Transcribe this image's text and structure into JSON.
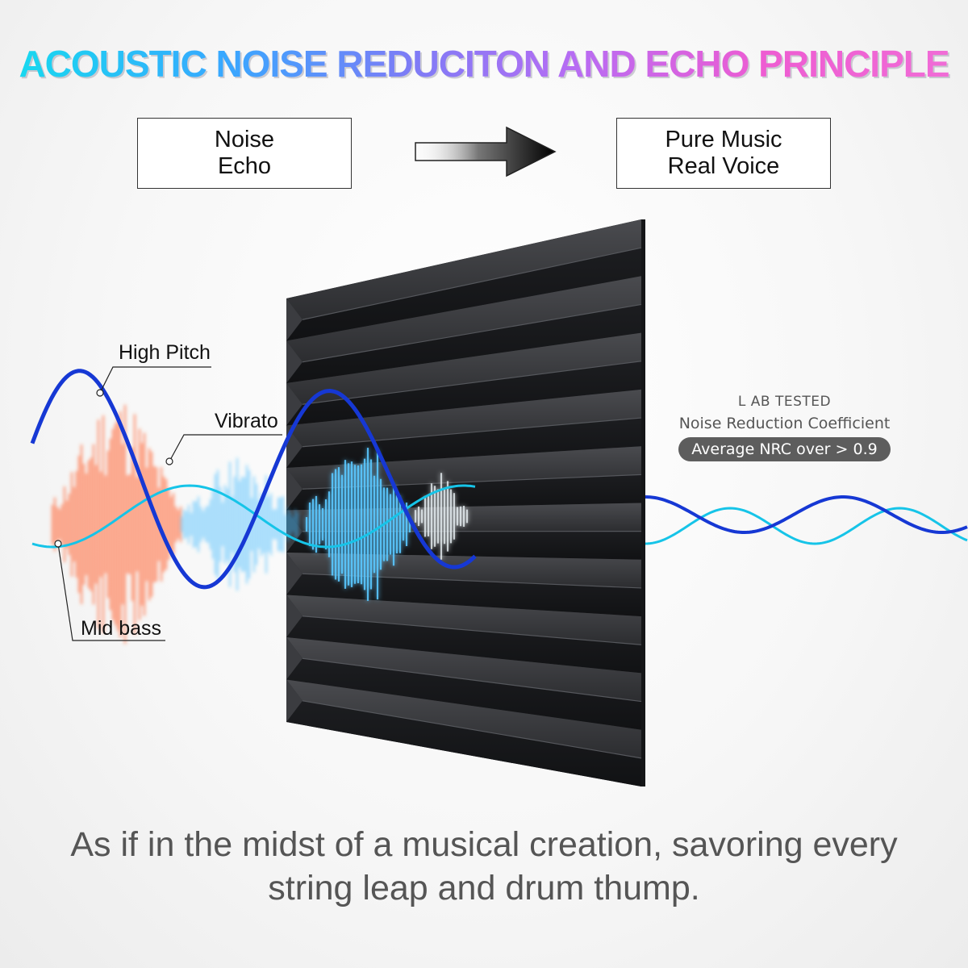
{
  "title": "ACOUSTIC NOISE REDUCITON AND ECHO PRINCIPLE",
  "left_box": {
    "line1": "Noise",
    "line2": "Echo"
  },
  "right_box": {
    "line1": "Pure Music",
    "line2": "Real Voice"
  },
  "wave_labels": {
    "high_pitch": "High Pitch",
    "vibrato": "Vibrato",
    "mid_bass": "Mid bass"
  },
  "nrc": {
    "lab_tested": "L AB TESTED",
    "coefficient": "Noise Reduction Coefficient",
    "average_prefix": "Average NRC over",
    "average_value": "0.9"
  },
  "caption": {
    "line1": "As if in the midst of a musical creation, savoring every",
    "line2": "string leap and drum thump."
  },
  "colors": {
    "wave_dark_blue": "#1638d4",
    "wave_cyan": "#16c4e8",
    "burst_orange": "#ff6a3a",
    "burst_blue": "#3ab8ff",
    "foam": "#2b2c2f",
    "pill": "#5d5d5d"
  }
}
